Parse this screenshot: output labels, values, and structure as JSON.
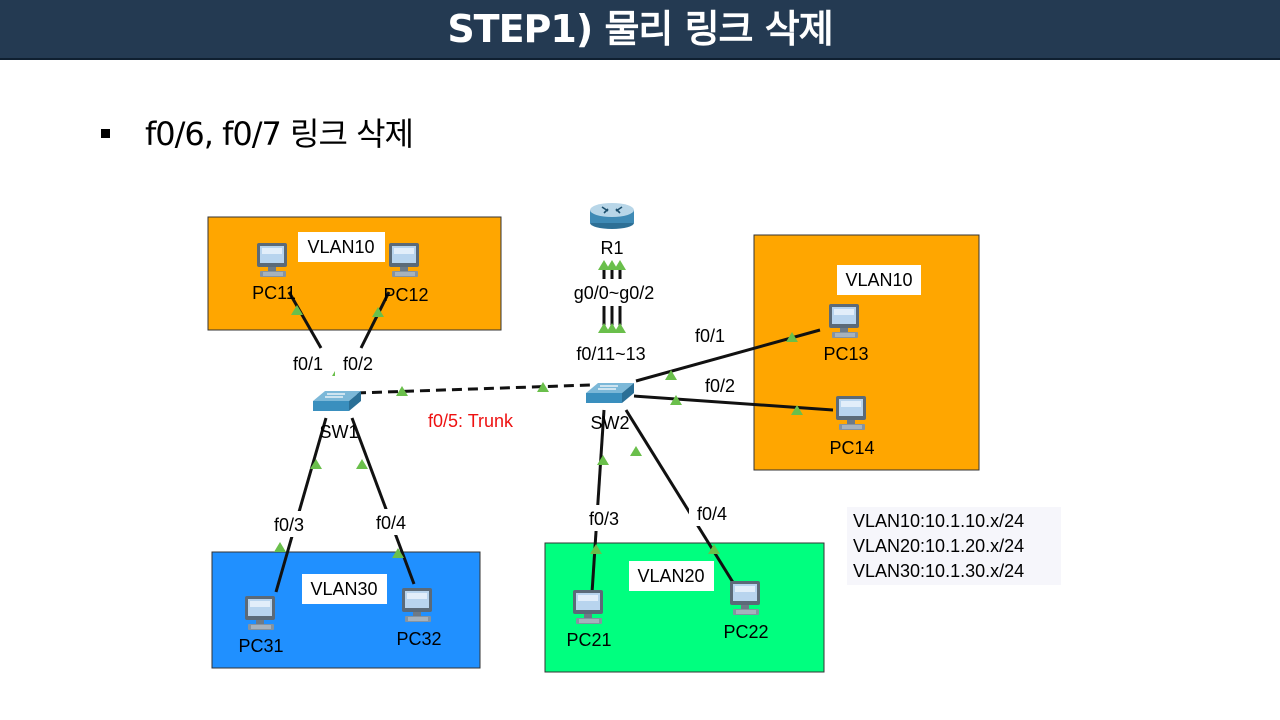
{
  "slide": {
    "title": "STEP1) 물리 링크 삭제",
    "bullet": "f0/6, f0/7 링크 삭제"
  },
  "diagram": {
    "zones": [
      {
        "id": "pc1-zone",
        "label": "VLAN10",
        "color": "#ffa600"
      },
      {
        "id": "pc3-zone",
        "label": "VLAN30",
        "color": "#2090ff"
      },
      {
        "id": "pc2-zone",
        "label": "VLAN20",
        "color": "#00ff7f"
      },
      {
        "id": "pc13-zone",
        "label": "VLAN10",
        "color": "#ffa600"
      }
    ],
    "devices": {
      "router": "R1",
      "sw1": "SW1",
      "sw2": "SW2",
      "pc11": "PC11",
      "pc12": "PC12",
      "pc13": "PC13",
      "pc14": "PC14",
      "pc21": "PC21",
      "pc22": "PC22",
      "pc31": "PC31",
      "pc32": "PC32"
    },
    "port_labels": {
      "sw1_f01": "f0/1",
      "sw1_f02": "f0/2",
      "sw1_f03": "f0/3",
      "sw1_f04": "f0/4",
      "router_ports": "g0/0~g0/2",
      "sw2_uplinks": "f0/11~13",
      "sw2_f01": "f0/1",
      "sw2_f02": "f0/2",
      "sw2_f03": "f0/3",
      "sw2_f04": "f0/4",
      "trunk": "f0/5: Trunk"
    },
    "vlan_subnets": [
      "VLAN10:10.1.10.x/24",
      "VLAN20:10.1.20.x/24",
      "VLAN30:10.1.30.x/24"
    ],
    "colors": {
      "title_bg": "#243a52",
      "link_up": "#6abf4b",
      "trunk_label": "#ee1111"
    }
  }
}
